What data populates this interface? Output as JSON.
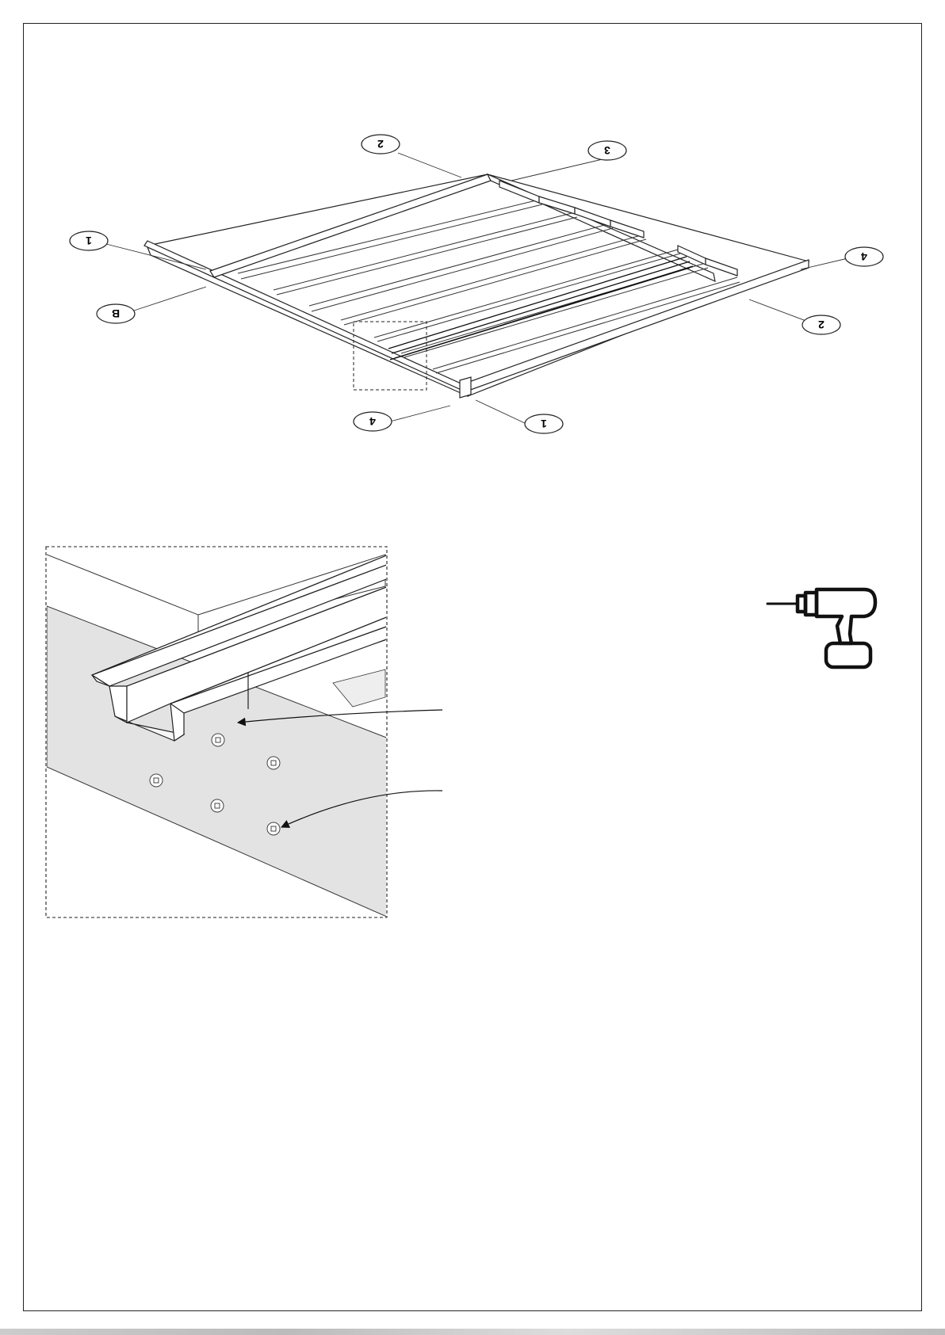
{
  "colors": {
    "line": "#222222",
    "panel_fill": "#e3e3e3",
    "board_fill": "#ffffff",
    "bg": "#ffffff"
  },
  "overview": {
    "callouts": [
      "2",
      "3",
      "1",
      "4",
      "B",
      "2",
      "4",
      "1"
    ]
  },
  "detail": {
    "icon": "cordless-drill-icon"
  }
}
